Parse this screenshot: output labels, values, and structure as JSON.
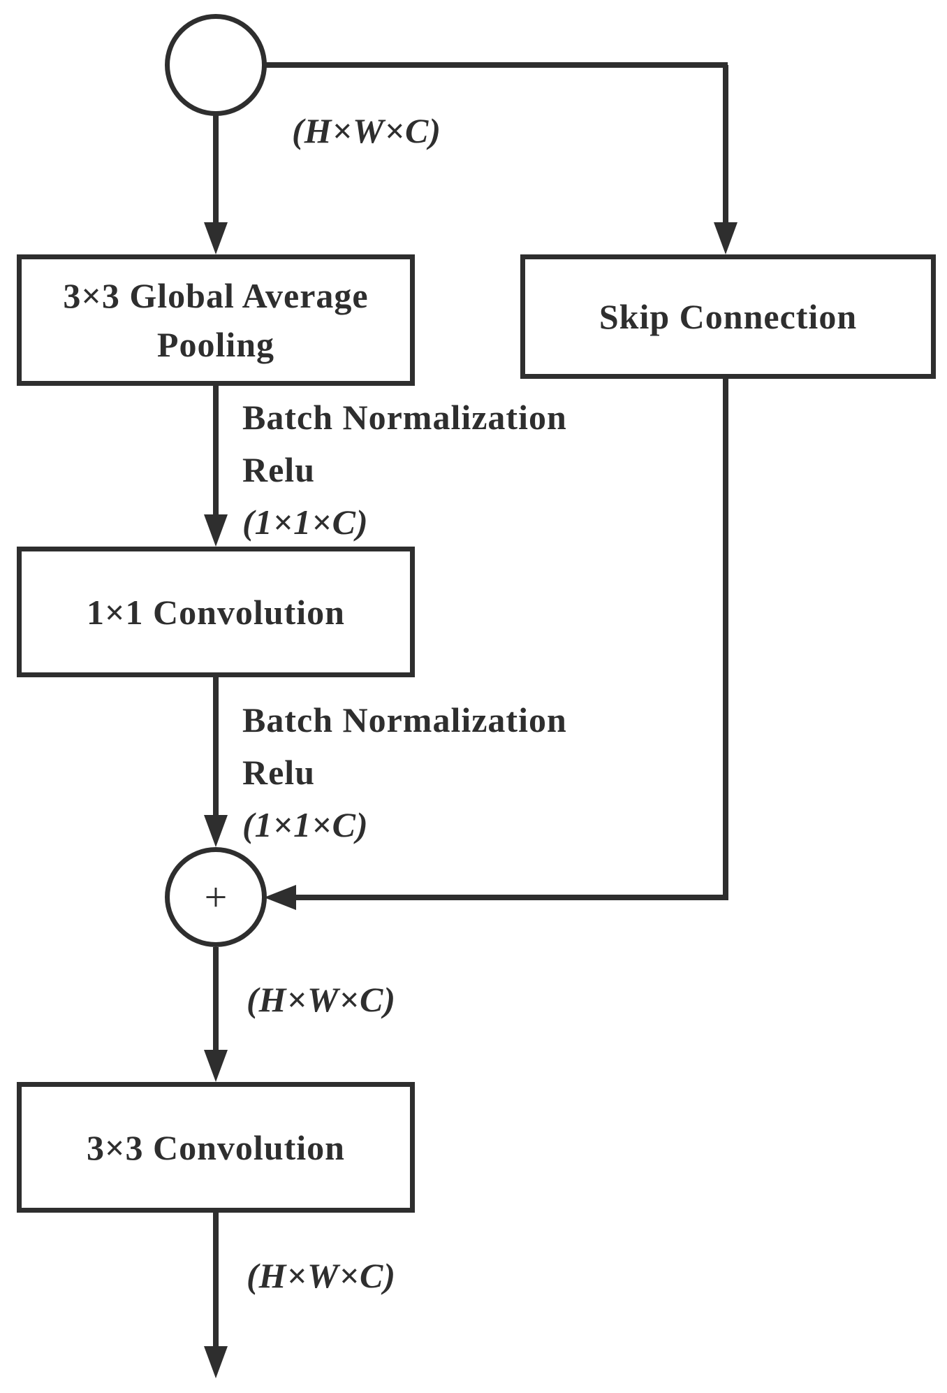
{
  "colors": {
    "ink": "#2e2e2e",
    "background": "#ffffff"
  },
  "nodes": {
    "input_junction": {
      "type": "circle",
      "label": ""
    },
    "gap": {
      "line1": "3×3 Global Average",
      "line2": "Pooling"
    },
    "skip": {
      "label": "Skip Connection"
    },
    "conv1": {
      "label": "1×1 Convolution"
    },
    "sum_junction": {
      "type": "circle",
      "label": "+"
    },
    "conv3": {
      "label": "3×3 Convolution"
    }
  },
  "annotations": {
    "input_shape": "(H×W×C)",
    "after_gap": {
      "line1": "Batch Normalization",
      "line2": "Relu",
      "shape": "(1×1×C)"
    },
    "after_conv1": {
      "line1": "Batch Normalization",
      "line2": "Relu",
      "shape": "(1×1×C)"
    },
    "after_sum_shape": "(H×W×C)",
    "output_shape": "(H×W×C)"
  }
}
